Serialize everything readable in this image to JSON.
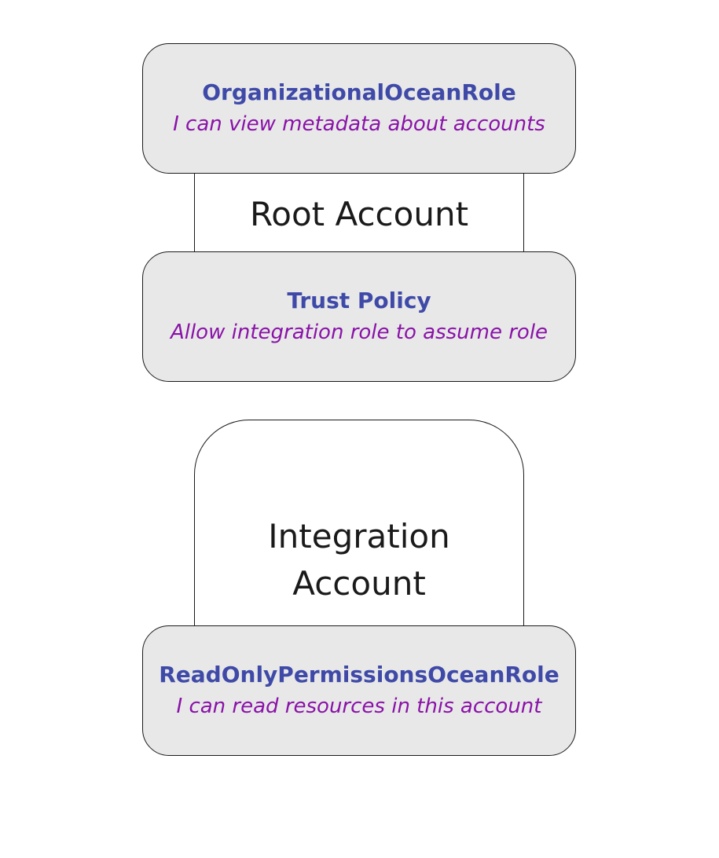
{
  "diagram": {
    "root_account": {
      "label": "Root Account",
      "roles": [
        {
          "title": "OrganizationalOceanRole",
          "description": "I can view metadata about accounts"
        },
        {
          "title": "Trust Policy",
          "description": "Allow integration role to assume role"
        }
      ]
    },
    "integration_account": {
      "label_line1": "Integration",
      "label_line2": "Account",
      "roles": [
        {
          "title": "ReadOnlyPermissionsOceanRole",
          "description": "I can read resources in this account"
        }
      ]
    }
  },
  "colors": {
    "role_title": "#3f4aa8",
    "role_description": "#8a12a8",
    "role_background": "#e8e8e8",
    "border": "#1a1a1a"
  }
}
